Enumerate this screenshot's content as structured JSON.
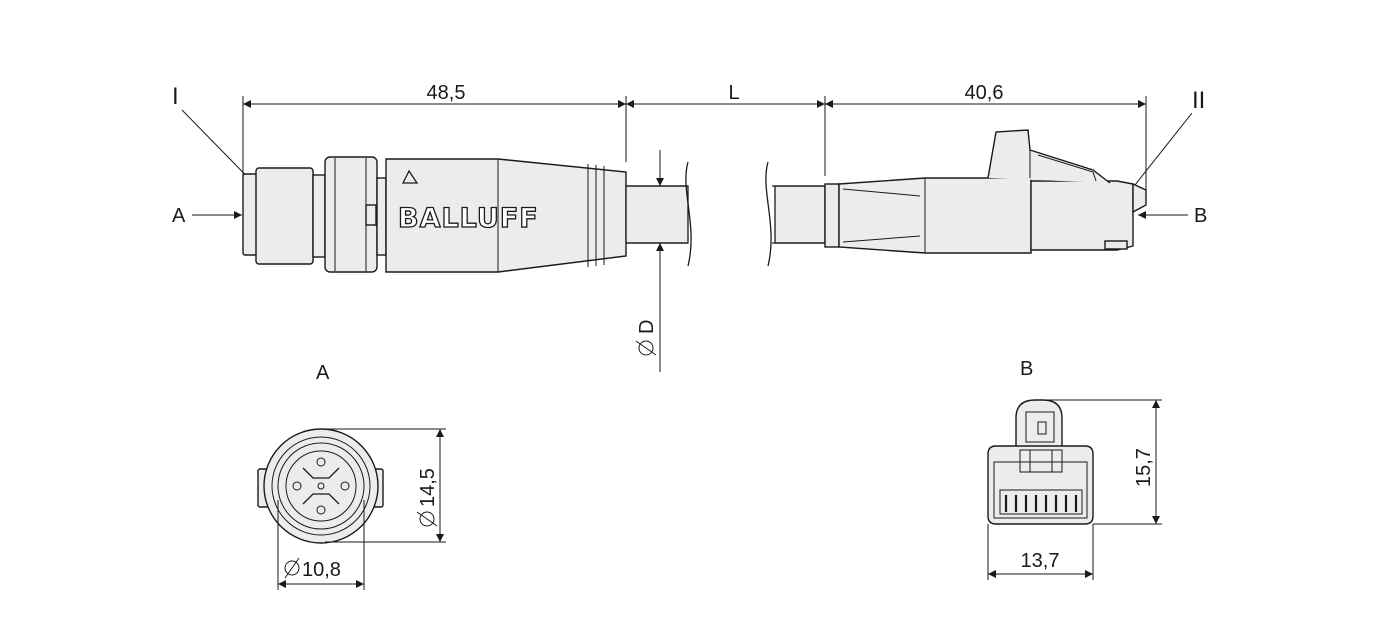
{
  "drawing": {
    "end_labels": {
      "left": "I",
      "right": "II"
    },
    "views": {
      "left": "A",
      "right": "B"
    },
    "brand": "BALLUFF",
    "dimensions": {
      "connector_length": "48,5",
      "cable_length": "L",
      "plug_length": "40,6",
      "cable_diameter": "D",
      "connector_outer_diameter": "14,5",
      "connector_inner_diameter": "10,8",
      "plug_height": "15,7",
      "plug_width": "13,7"
    }
  }
}
